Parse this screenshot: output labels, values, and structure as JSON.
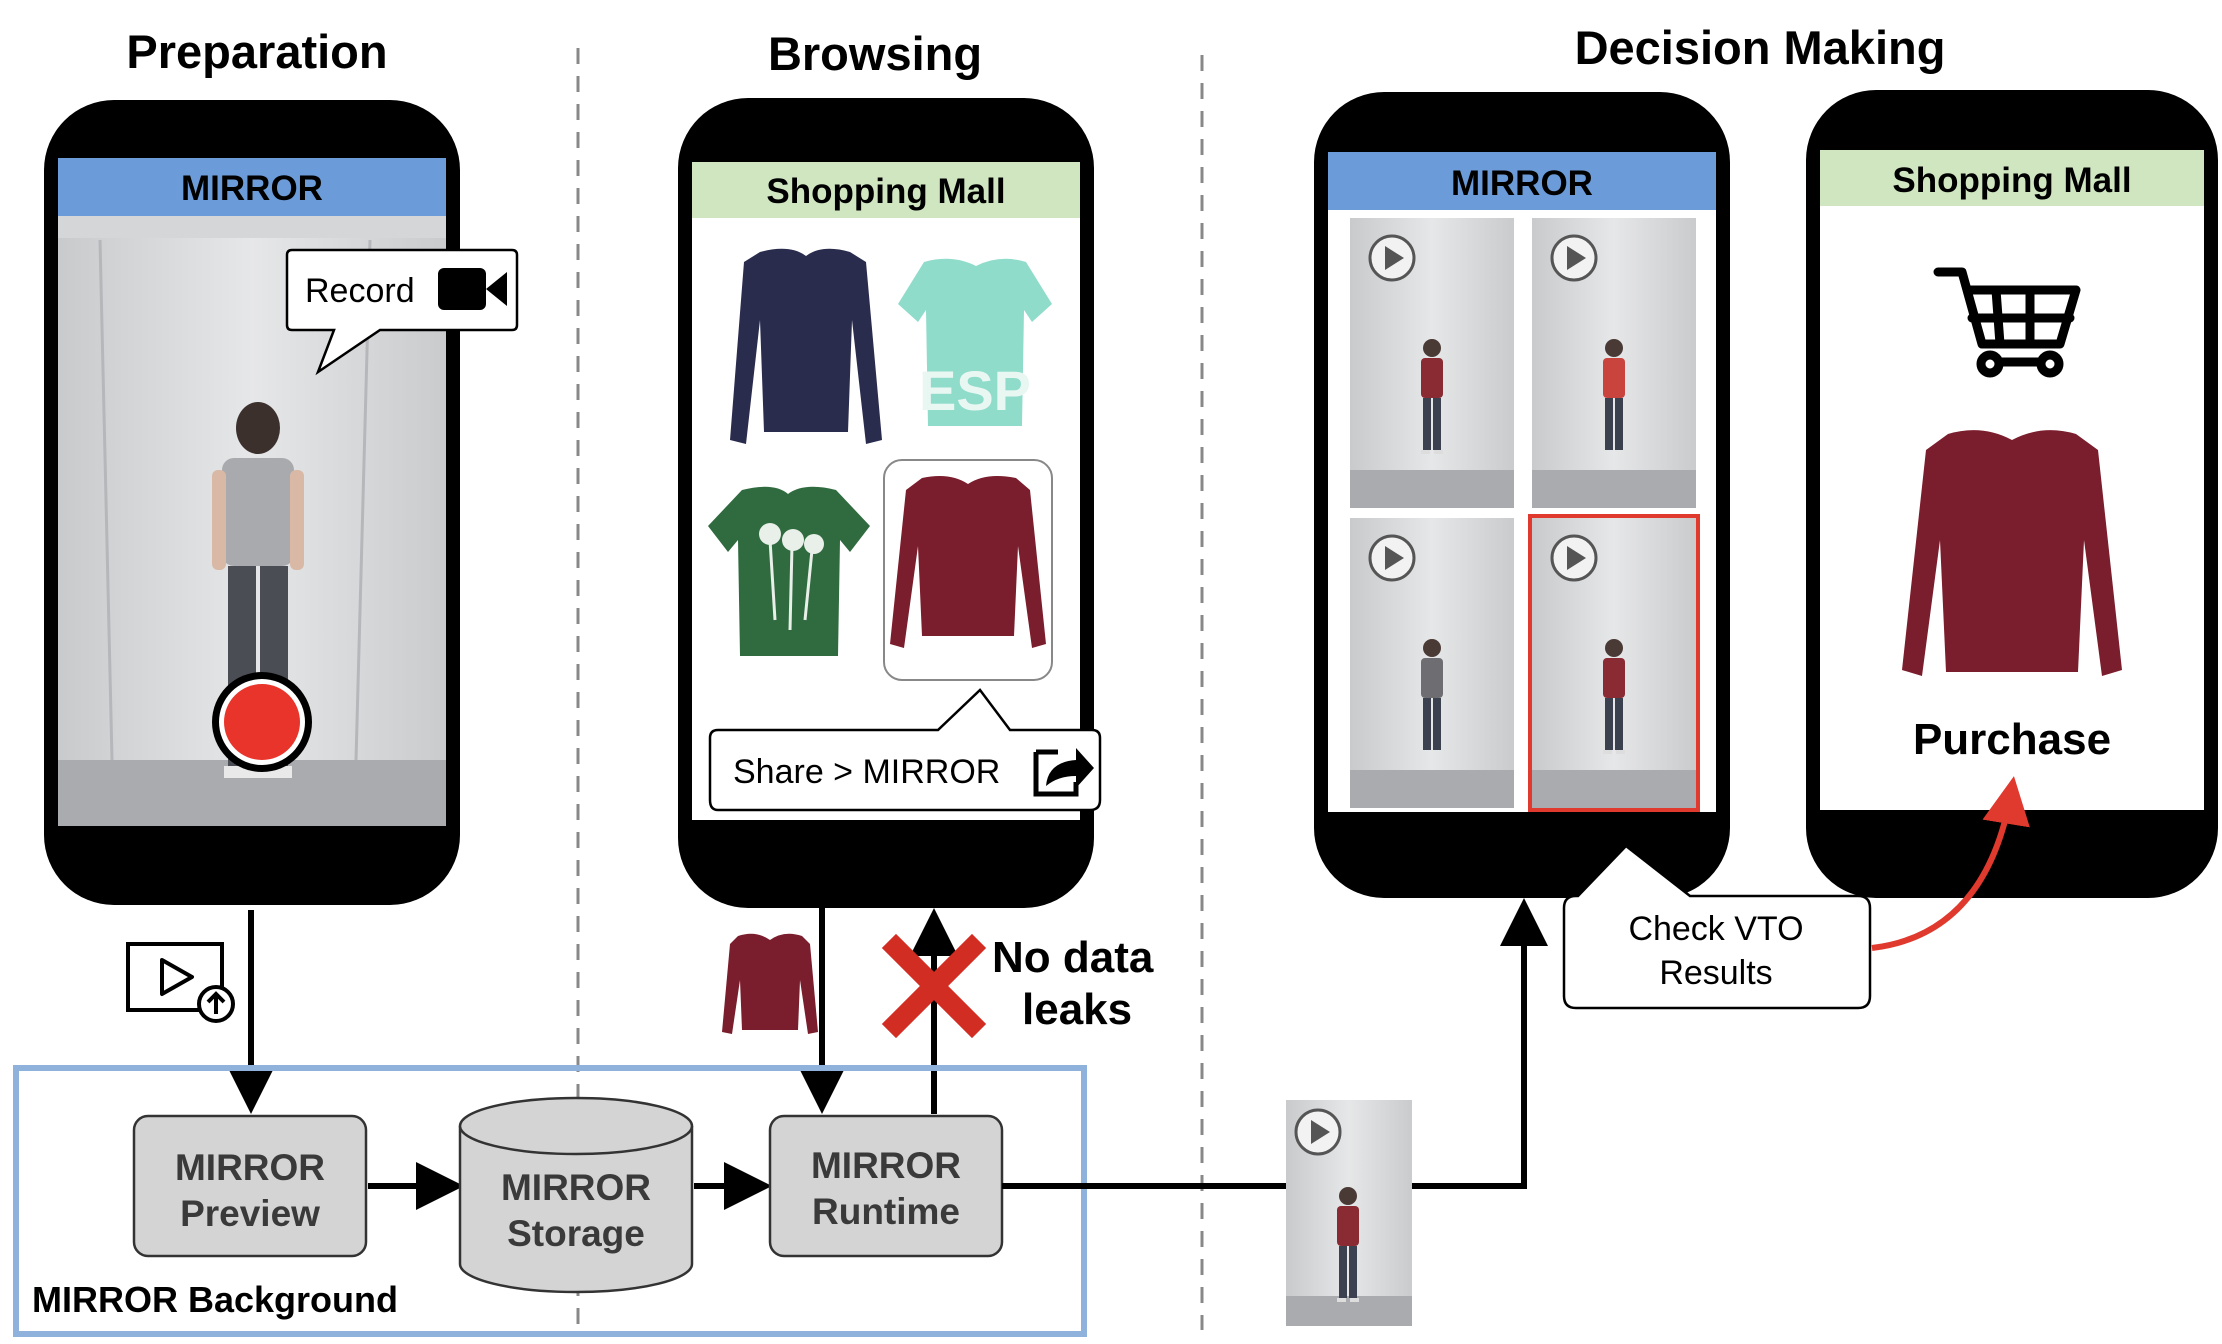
{
  "sections": {
    "preparation": "Preparation",
    "browsing": "Browsing",
    "decision": "Decision Making"
  },
  "phone_prep": {
    "app_title": "MIRROR",
    "callout": "Record"
  },
  "phone_browse": {
    "app_title": "Shopping Mall",
    "share_text": "Share > MIRROR"
  },
  "phone_results": {
    "app_title": "MIRROR"
  },
  "phone_buy": {
    "app_title": "Shopping Mall",
    "purchase": "Purchase"
  },
  "background": {
    "label": "MIRROR Background",
    "preview": [
      "MIRROR",
      "Preview"
    ],
    "storage": [
      "MIRROR",
      "Storage"
    ],
    "runtime": [
      "MIRROR",
      "Runtime"
    ]
  },
  "no_leaks": [
    "No data",
    "leaks"
  ],
  "check_vto": [
    "Check VTO",
    "Results"
  ],
  "colors": {
    "mirror_header": "#6b9bd8",
    "mall_header": "#cfe6c0",
    "background_box": "#8fb2dd",
    "record_red": "#e8342b",
    "cross_red": "#d12d22",
    "highlight_red": "#e03a2e",
    "shirt_maroon": "#7a1d2c",
    "box_fill": "#d4d4d4"
  },
  "icons": [
    "video-camera-icon",
    "share-icon",
    "shopping-cart-icon",
    "play-icon",
    "video-upload-icon",
    "cross-icon"
  ]
}
